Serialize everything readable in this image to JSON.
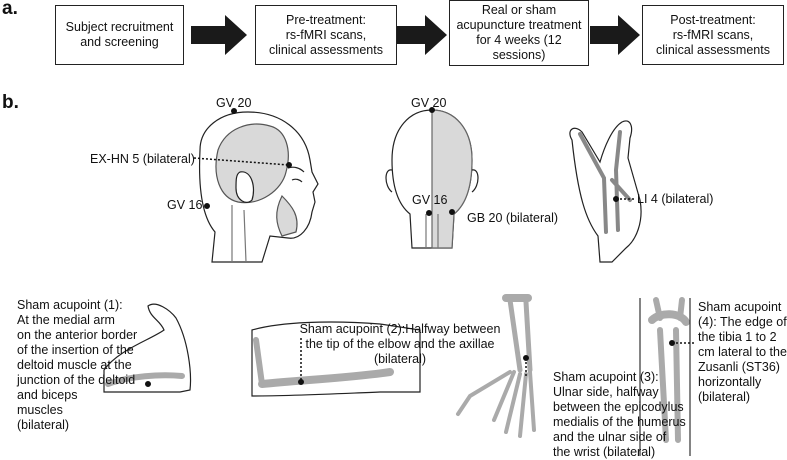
{
  "panels": {
    "a": "a.",
    "b": "b."
  },
  "flow": [
    "Subject recruitment\nand screening",
    "Pre-treatment:\nrs-fMRI scans,\nclinical assessments",
    "Real or sham\nacupuncture treatment\nfor 4 weeks (12\nsessions)",
    "Post-treatment:\nrs-fMRI scans,\nclinical assessments"
  ],
  "acupoints": {
    "gv20_side": "GV 20",
    "gv20_back": "GV 20",
    "exhn5": "EX-HN 5 (bilateral)",
    "gv16_side": "GV 16",
    "gv16_back": "GV 16",
    "gb20": "GB 20 (bilateral)",
    "li4": "LI 4 (bilateral)"
  },
  "sham": {
    "s1": "Sham acupoint (1):\nAt the medial arm\non the anterior border\nof the insertion of the\ndeltoid muscle at the\njunction of the deltoid\nand biceps\nmuscles\n(bilateral)",
    "s2": "Sham acupoint (2):Halfway between\nthe tip of the elbow and the axillae\n(bilateral)",
    "s3": "Sham acupoint (3):\nUlnar side, halfway\nbetween the epicodylus\nmedialis of the humerus\nand the ulnar side of\nthe wrist (bilateral)",
    "s4": "Sham acupoint\n(4): The edge of\nthe tibia 1 to 2\ncm lateral to the\nZusanli (ST36)\nhorizontally\n(bilateral)"
  },
  "colors": {
    "outline": "#222222",
    "bone": "#d9d9d9",
    "skin": "#ffffff",
    "shade": "#cfcfcf"
  }
}
